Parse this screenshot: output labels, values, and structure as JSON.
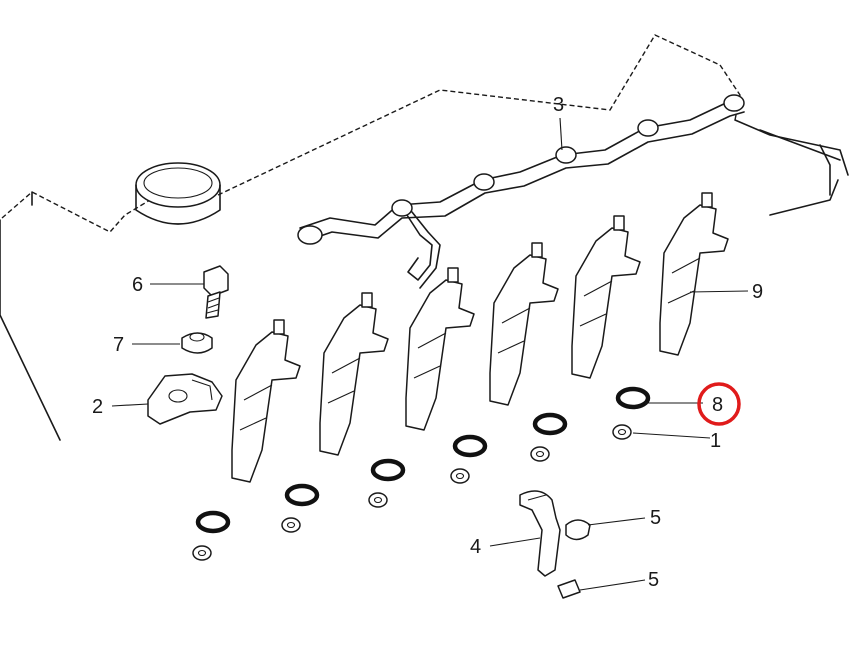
{
  "labels": {
    "p1": "1",
    "p2": "2",
    "p3": "3",
    "p4": "4",
    "p5a": "5",
    "p5b": "5",
    "p6": "6",
    "p7": "7",
    "p8": "8",
    "p9": "9"
  },
  "highlight_color": "#e01b1b"
}
